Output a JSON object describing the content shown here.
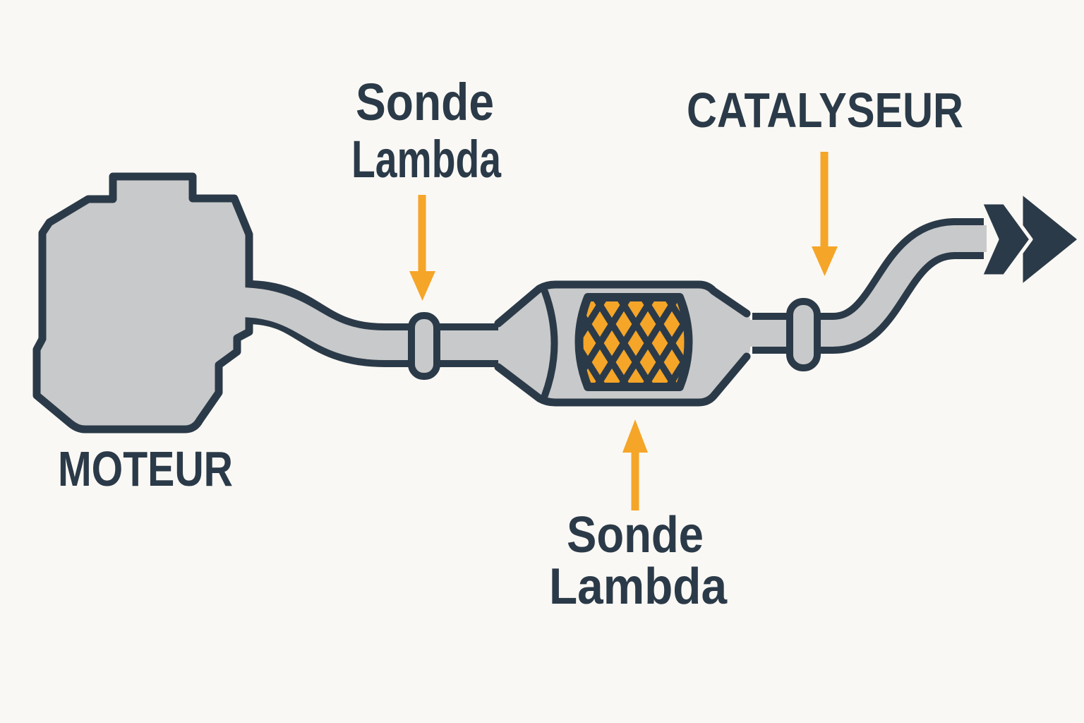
{
  "diagram": {
    "title_implicit": "Exhaust line with catalytic converter",
    "labels": {
      "engine": "MOTEUR",
      "catalyst": "CATALYSEUR",
      "upstream_sensor": [
        "Sonde",
        "Lambda"
      ],
      "downstream_sensor": [
        "Sonde",
        "Lambda"
      ]
    },
    "annotations": {
      "upstream_sensor_arrow_icon": "arrow-down-icon",
      "catalyst_arrow_icon": "arrow-down-icon",
      "downstream_sensor_arrow_icon": "arrow-up-icon",
      "exhaust_flow_icon": "double-arrow-right-icon"
    },
    "colors": {
      "background": "#FAF8F4",
      "metal_gray": "#C8C9CA",
      "outline_navy": "#2B3A48",
      "text_navy": "#2B3A48",
      "accent_orange": "#F5A528"
    }
  }
}
